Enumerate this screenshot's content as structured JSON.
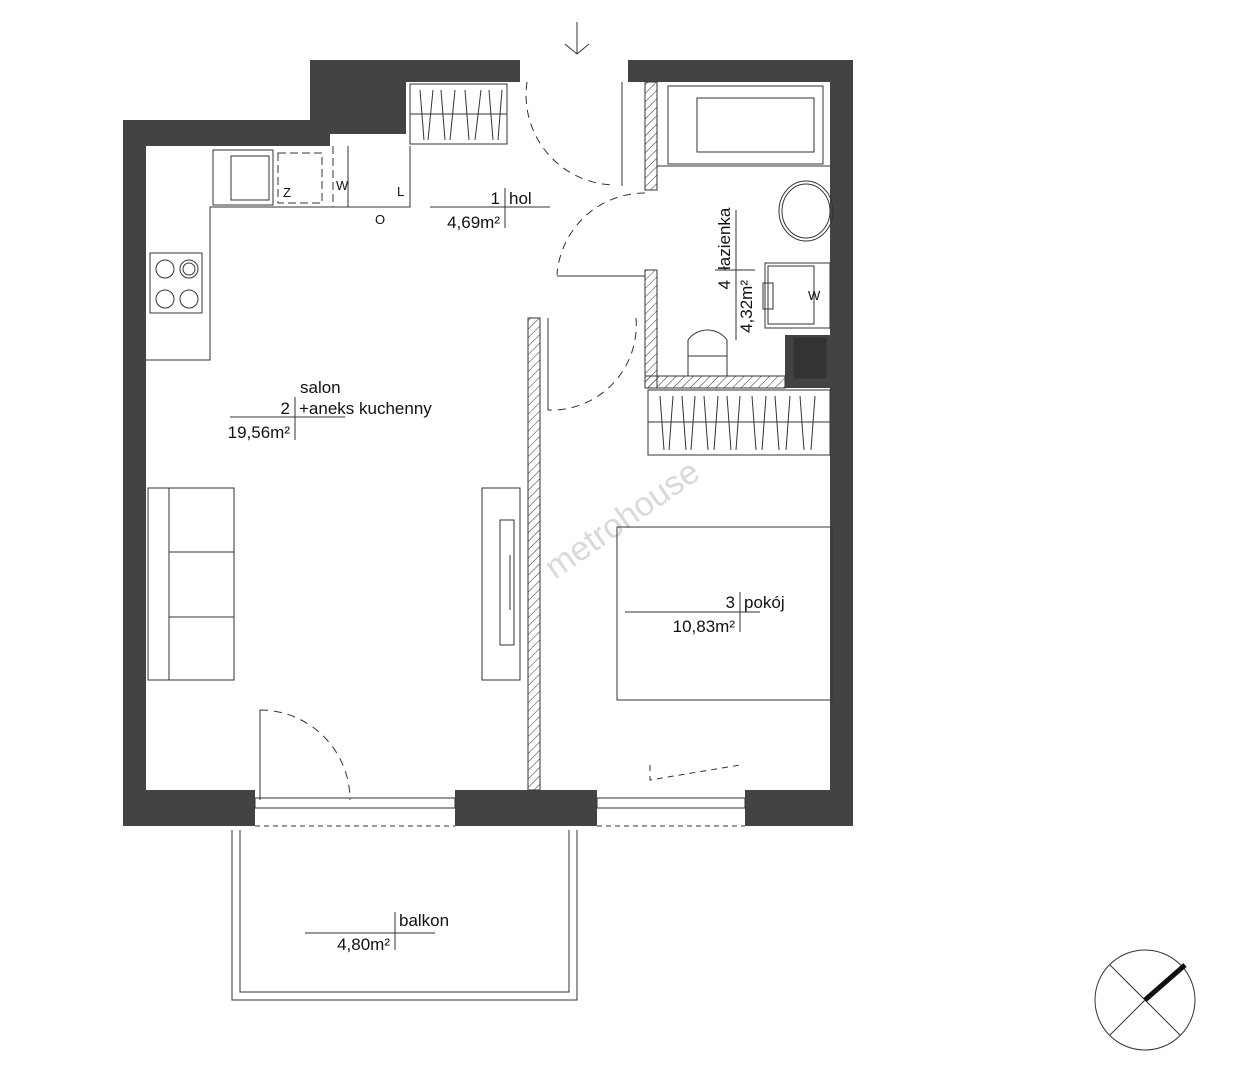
{
  "rooms": [
    {
      "number": "1",
      "name": "hol",
      "area": "4,69m²"
    },
    {
      "number": "2",
      "name_line1": "salon",
      "name_line2": "+aneks kuchenny",
      "area": "19,56m²"
    },
    {
      "number": "3",
      "name": "pokój",
      "area": "10,83m²"
    },
    {
      "number": "4",
      "name": "łazienka",
      "area": "4,32m²"
    },
    {
      "number": "",
      "name": "balkon",
      "area": "4,80m²"
    }
  ],
  "kitchen_markers": {
    "z": "Z",
    "w": "W",
    "l": "L",
    "o": "O"
  },
  "bathroom_markers": {
    "w": "W"
  },
  "watermark": "metrohouse",
  "colors": {
    "wall": "#434343",
    "line": "#222222",
    "watermark": "#d9d9d9"
  }
}
